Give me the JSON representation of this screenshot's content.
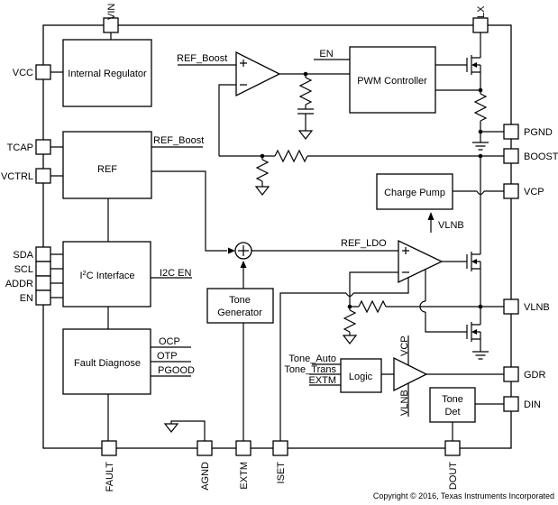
{
  "diagram": {
    "blocks": {
      "internal_regulator": "Internal Regulator",
      "ref": "REF",
      "i2c_prefix": "I",
      "i2c_sup": "2",
      "i2c_suffix": "C Interface",
      "fault_diagnose": "Fault Diagnose",
      "pwm_controller": "PWM Controller",
      "charge_pump": "Charge Pump",
      "tone_generator_1": "Tone",
      "tone_generator_2": "Generator",
      "logic": "Logic",
      "tone_det_1": "Tone",
      "tone_det_2": "Det"
    },
    "pins": {
      "vin": "VIN",
      "lx": "LX",
      "vcc": "VCC",
      "tcap": "TCAP",
      "vctrl": "VCTRL",
      "sda": "SDA",
      "scl": "SCL",
      "addr": "ADDR",
      "en": "EN",
      "fault": "FAULT",
      "agnd": "AGND",
      "extm": "EXTM",
      "iset": "ISET",
      "dout": "DOUT",
      "pgnd": "PGND",
      "boost": "BOOST",
      "vcp": "VCP",
      "vlnb": "VLNB",
      "gdr": "GDR",
      "din": "DIN"
    },
    "signals": {
      "ref_boost": "REF_Boost",
      "en": "EN",
      "i2c_en": "I2C EN",
      "ocp": "OCP",
      "otp": "OTP",
      "pgood": "PGOOD",
      "ref_ldo": "REF_LDO",
      "vlnb": "VLNB",
      "vcp": "VCP",
      "tone_auto": "Tone_Auto",
      "tone_trans": "Tone_Trans",
      "extm": "EXTM"
    },
    "footer": {
      "copyright": "Copyright © 2016, Texas Instruments Incorporated"
    }
  }
}
